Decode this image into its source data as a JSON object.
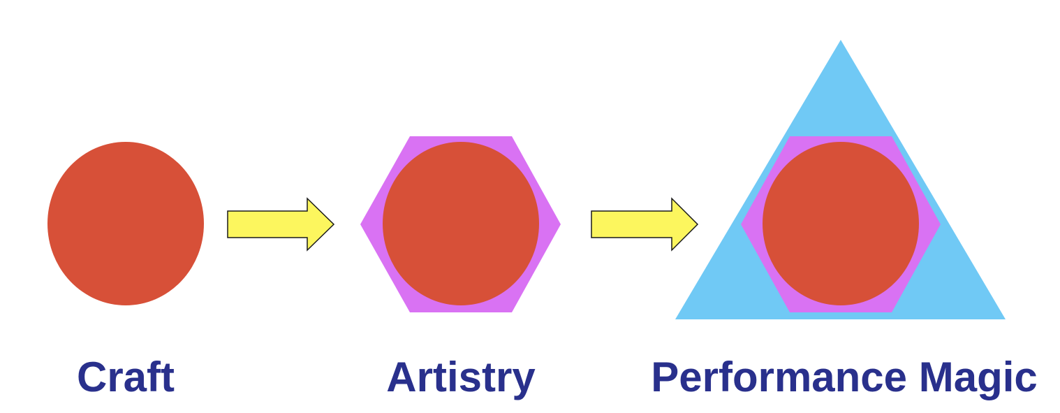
{
  "stages": [
    {
      "label": "Craft"
    },
    {
      "label": "Artistry"
    },
    {
      "label": "Performance Magic"
    }
  ],
  "colors": {
    "circle": "#d75038",
    "hexagon": "#d972f3",
    "triangle": "#70c9f5",
    "arrow_fill": "#fcf65e",
    "arrow_stroke": "#1a1a1a",
    "label_text": "#29308c",
    "background": "#ffffff"
  },
  "icons": {
    "arrow": "right-arrow-icon"
  }
}
